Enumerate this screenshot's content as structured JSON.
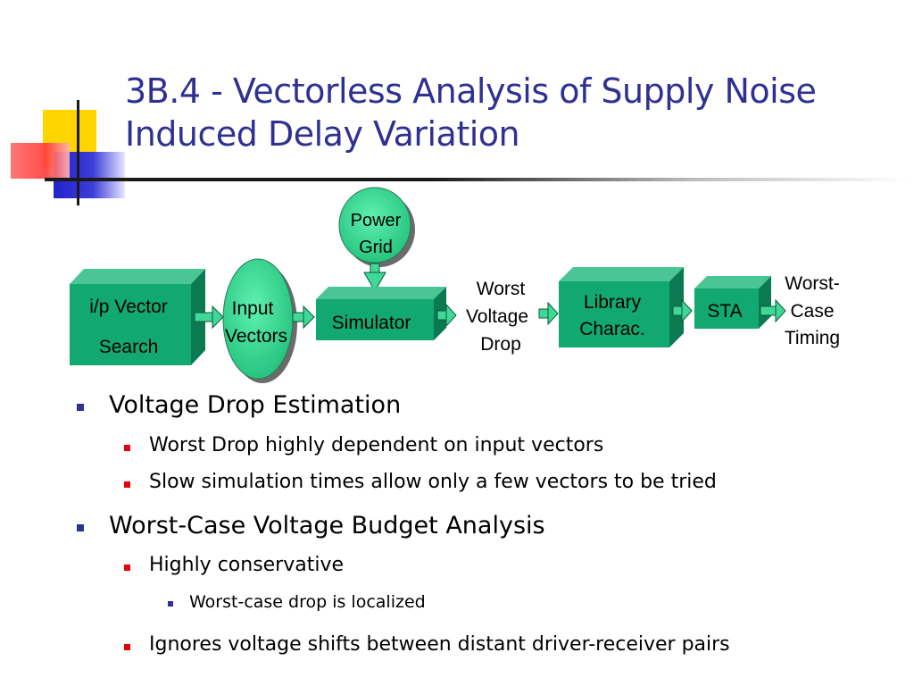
{
  "slide": {
    "title_line1": "3B.4 - Vectorless Analysis of Supply Noise",
    "title_line2": "Induced Delay Variation"
  },
  "diagram": {
    "ip_vector_search": [
      "i/p Vector",
      "Search"
    ],
    "input_vectors": [
      "Input",
      "Vectors"
    ],
    "power_grid": [
      "Power",
      "Grid"
    ],
    "simulator": "Simulator",
    "worst_voltage_drop": [
      "Worst",
      "Voltage",
      "Drop"
    ],
    "library_charac": [
      "Library",
      "Charac."
    ],
    "sta": "STA",
    "worst_case_timing": [
      "Worst-",
      "Case",
      "Timing"
    ]
  },
  "bullets": [
    {
      "text": "Voltage Drop Estimation",
      "children": [
        {
          "text": "Worst Drop highly dependent on input vectors"
        },
        {
          "text": "Slow simulation times allow only a few vectors to be tried"
        }
      ]
    },
    {
      "text": "Worst-Case Voltage Budget Analysis",
      "children": [
        {
          "text": "Highly conservative",
          "children": [
            {
              "text": "Worst-case drop is localized"
            }
          ]
        },
        {
          "text": "Ignores voltage shifts between distant driver-receiver pairs"
        }
      ]
    }
  ],
  "colors": {
    "title": "#2e3192",
    "box_face": "#12a872",
    "box_side": "#0b7a52",
    "box_top": "#4cc596",
    "ellipse": "#3fd897",
    "bullet_l1": "#2e3192",
    "bullet_l2": "#e8000b"
  }
}
